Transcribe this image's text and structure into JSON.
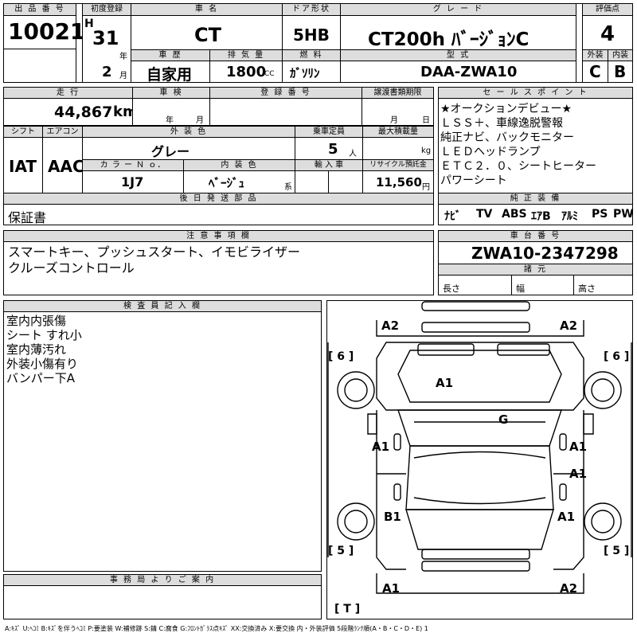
{
  "header": {
    "lot_label": "出 品 番 号",
    "lot_no": "10021",
    "reg_label": "初度登録",
    "era": "H",
    "year_num": "31",
    "nen": "年",
    "month_num": "2",
    "tsuki": "月",
    "name_label": "車 名",
    "name": "CT",
    "history_label": "車 歴",
    "history": "自家用",
    "displacement_label": "排 気 量",
    "displacement": "1800",
    "cc": "CC",
    "door_label": "ドア形状",
    "door": "5HB",
    "fuel_label": "燃 料",
    "fuel": "ｶﾞｿﾘﾝ",
    "grade_label": "グ レ ー ド",
    "grade": "CT200h ﾊﾞｰｼﾞｮﾝC",
    "model_label": "型 式",
    "model": "DAA-ZWA10",
    "score_label": "評価点",
    "score": "4",
    "ext_label": "外装",
    "int_label": "内装",
    "ext": "C",
    "int": "B"
  },
  "row2": {
    "mileage_label": "走 行",
    "mileage": "44,867",
    "km": "km",
    "inspection_label": "車 検",
    "nen": "年",
    "tsuki": "月",
    "regno_label": "登 録 番 号",
    "transfer_label": "譲渡書類期限",
    "hi": "日"
  },
  "specs": {
    "shift_label": "シフト",
    "shift": "IAT",
    "ac_label": "エアコン",
    "ac": "AAC",
    "color_label": "外 装 色",
    "color": "グレー",
    "capacity_label": "乗車定員",
    "capacity": "5",
    "nin": "人",
    "load_label": "最大積載量",
    "kg": "kg",
    "colorno_label": "カ ラ ー Ｎ ｏ．",
    "colorno": "1J7",
    "intcolor_label": "内 装 色",
    "intcolor": "ﾍﾞｰｼﾞｭ",
    "kei": "系",
    "import_label": "輸 入 車",
    "recycle_label": "リサイクル預託金",
    "recycle": "11,560",
    "en": "円"
  },
  "later": {
    "label": "後 日 発 送 部 品",
    "value": "保証書"
  },
  "sales": {
    "label": "セ ー ル ス ポ イ ン ト",
    "lines": "★オークションデビュー★\nＬＳＳ＋、車線逸脱警報\n純正ナビ、バックモニター\nＬＥＤヘッドランプ\nＥＴＣ２．０、シートヒーター\nパワーシート"
  },
  "equip": {
    "label": "純 正 装 備",
    "items": [
      "ﾅﾋﾞ",
      "TV",
      "ABS",
      "ｴｱB",
      "ｱﾙﾐ",
      "PS",
      "PW"
    ]
  },
  "notes": {
    "label": "注 意 事 項 欄",
    "lines": "スマートキー、プッシュスタート、イモビライザー\nクルーズコントロール"
  },
  "chassis": {
    "label": "車 台 番 号",
    "value": "ZWA10-2347298",
    "dims_label": "諸 元",
    "length": "長さ",
    "width": "幅",
    "height": "高さ"
  },
  "inspector": {
    "label": "検 査 員 記 入 欄",
    "lines": "室内内張傷\nシート すれ小\n室内薄汚れ\n外装小傷有り\nバンパー下A"
  },
  "office": {
    "label": "事 務 局 よ り ご 案 内"
  },
  "diagram": {
    "marks": [
      "A2",
      "A2",
      "A1",
      "G",
      "A1",
      "A1",
      "A1",
      "B1",
      "A1",
      "A1",
      "A2"
    ],
    "sides": [
      "[ 6 ]",
      "[ 6 ]",
      "[ 5 ]",
      "[ 5 ]",
      "[ T ]"
    ]
  },
  "legend": "A:ｷｽﾞ U:ﾍｺﾐ B:ｷｽﾞを伴うﾍｺﾐ P:要塗装 W:補修跡 S:錆 C:腐食 G:ﾌﾛﾝﾄｶﾞﾗｽ点ｷｽﾞ XX:交換済み X:要交換  内・外装評価 5段階ﾗﾝｸ順(A・B・C・D・E) 1"
}
